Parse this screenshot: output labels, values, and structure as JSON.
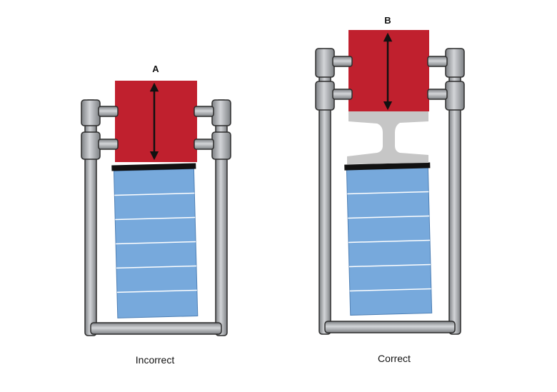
{
  "diagrams": [
    {
      "id": "incorrect",
      "marker": "A",
      "caption": "Incorrect"
    },
    {
      "id": "correct",
      "marker": "B",
      "caption": "Correct"
    }
  ],
  "colors": {
    "background": "#ffffff",
    "press_block": "#c0202e",
    "stack": "#77a9dc",
    "stack_line": "#ffffff",
    "frame": "#a8abaf",
    "frame_outline": "#2c2c2c",
    "plate": "#111111",
    "spacer": "#c6c6c6",
    "arrow": "#111111"
  },
  "icons": {
    "arrow": "double-headed-vertical-arrow",
    "frame": "rod-frame",
    "stack": "stacked-cells"
  }
}
